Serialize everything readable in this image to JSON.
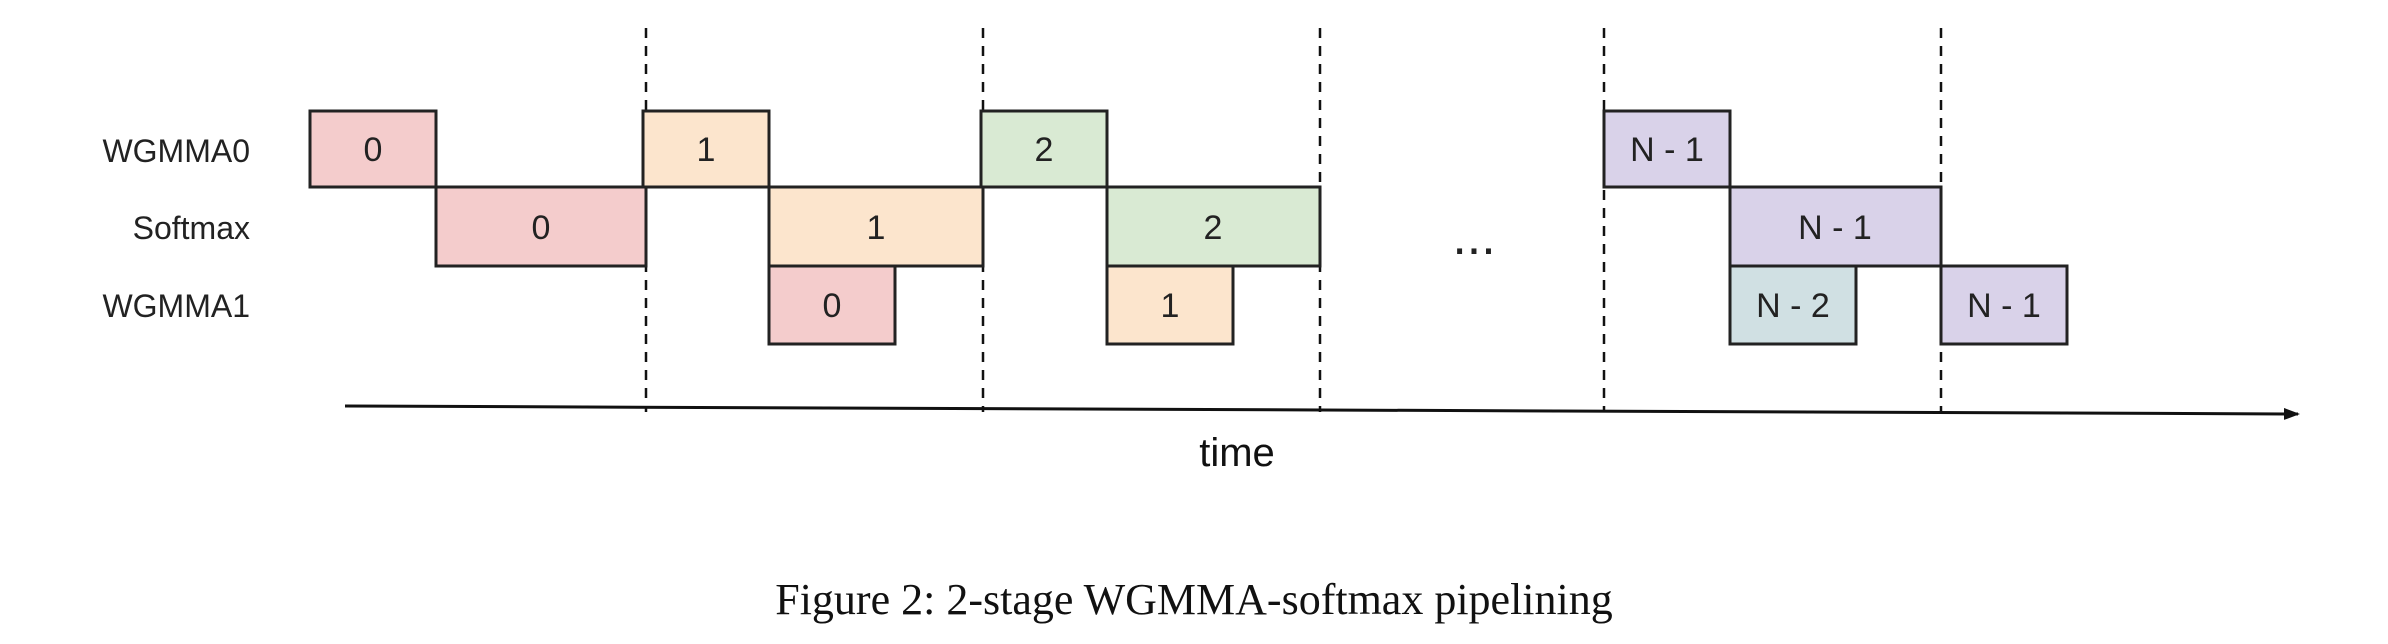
{
  "lanes": {
    "wgmma0": "WGMMA0",
    "softmax": "Softmax",
    "wgmma1": "WGMMA1"
  },
  "colors": {
    "stage0": "#f4cccc",
    "stage1": "#fce5cd",
    "stage2": "#d9ead3",
    "stage_n2": "#d0e0e3",
    "stage_n1": "#d9d2e9",
    "border": "#222222"
  },
  "blocks": [
    {
      "lane": "wgmma0",
      "label": "0",
      "color": "#f4cccc"
    },
    {
      "lane": "softmax",
      "label": "0",
      "color": "#f4cccc"
    },
    {
      "lane": "wgmma0",
      "label": "1",
      "color": "#fce5cd"
    },
    {
      "lane": "softmax",
      "label": "1",
      "color": "#fce5cd"
    },
    {
      "lane": "wgmma1",
      "label": "0",
      "color": "#f4cccc"
    },
    {
      "lane": "wgmma0",
      "label": "2",
      "color": "#d9ead3"
    },
    {
      "lane": "softmax",
      "label": "2",
      "color": "#d9ead3"
    },
    {
      "lane": "wgmma1",
      "label": "1",
      "color": "#fce5cd"
    },
    {
      "lane": "wgmma0",
      "label": "N - 1",
      "color": "#d9d2e9"
    },
    {
      "lane": "softmax",
      "label": "N - 1",
      "color": "#d9d2e9"
    },
    {
      "lane": "wgmma1",
      "label": "N - 2",
      "color": "#d0e0e3"
    },
    {
      "lane": "wgmma1",
      "label": "N - 1",
      "color": "#d9d2e9"
    }
  ],
  "ellipsis": "...",
  "axis": {
    "label": "time"
  },
  "caption": "Figure 2: 2-stage WGMMA-softmax pipelining"
}
